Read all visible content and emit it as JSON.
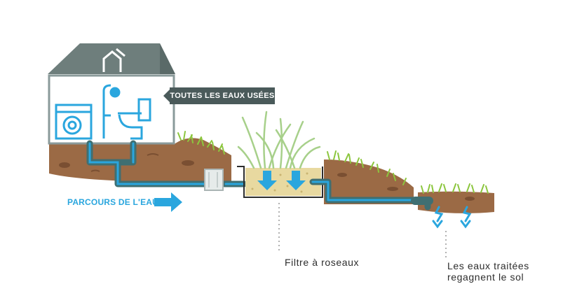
{
  "labels": {
    "waste_water": "TOUTES LES EAUX USÉES",
    "water_route": "PARCOURS DE L'EAU",
    "reed_filter": "Filtre à roseaux",
    "treated_line1": "Les eaux traitées",
    "treated_line2": "regagnent le sol"
  },
  "colors": {
    "roof": "#6e7e7c",
    "house_outline": "#8a9a9a",
    "soil": "#9b6a45",
    "grass": "#8cc63e",
    "reed": "#a7d08a",
    "pipe": "#3f6f72",
    "water": "#2aa6de",
    "sand": "#e8d9a0",
    "label_box": "#4a5a5a"
  }
}
